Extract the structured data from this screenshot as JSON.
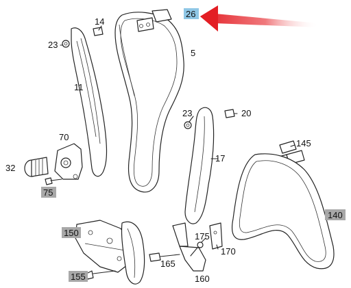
{
  "diagram": {
    "labels": {
      "p14": "14",
      "p26": "26",
      "p23a": "23",
      "p5": "5",
      "p11": "11",
      "p23b": "23",
      "p20": "20",
      "p70": "70",
      "p17": "17",
      "p145": "145",
      "p32": "32",
      "p75": "75",
      "p140": "140",
      "p150": "150",
      "p175": "175",
      "p170": "170",
      "p165": "165",
      "p155": "155",
      "p160": "160"
    },
    "colors": {
      "highlight_blue": "#8fc7e6",
      "highlight_grey": "#a8a8a8",
      "arrow_red": "#e31e24",
      "ink": "#222222"
    },
    "pointer": "red-arrow-icon"
  }
}
